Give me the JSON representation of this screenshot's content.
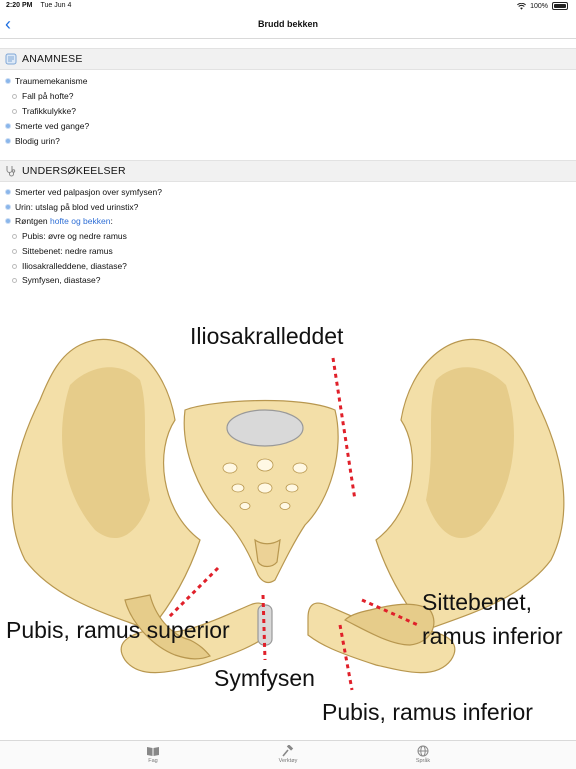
{
  "status": {
    "time": "2:20 PM",
    "date": "Tue Jun 4",
    "battery": "100%"
  },
  "nav": {
    "back": "‹",
    "title": "Brudd bekken"
  },
  "anamnese": {
    "header": "ANAMNESE",
    "items": [
      "Traumemekanisme",
      "Fall på hofte?",
      "Trafikkulykke?",
      "Smerte ved gange?",
      "Blodig urin?"
    ]
  },
  "undersokelser": {
    "header": "UNDERSØKEELSER",
    "items": [
      "Smerter ved palpasjon over symfysen?",
      "Urin: utslag på blod ved urinstix?"
    ],
    "rontgen_prefix": "Røntgen ",
    "rontgen_link": "hofte og bekken",
    "rontgen_suffix": ":",
    "sub_items": [
      "Pubis: øvre og nedre ramus",
      "Sittebenet: nedre ramus",
      "Iliosakralleddene, diastase?",
      "Symfysen, diastase?"
    ]
  },
  "diagram": {
    "labels": {
      "iliosakral": "Iliosakralleddet",
      "sittebenet_1": "Sittebenet,",
      "sittebenet_2": "ramus inferior",
      "pubis_sup": "Pubis, ramus superior",
      "symfysen": "Symfysen",
      "pubis_inf": "Pubis, ramus inferior"
    },
    "colors": {
      "bone": "#f3dfa8",
      "bone_shade": "#dcc07a",
      "outline": "#b8974f",
      "marker": "#e0202a"
    }
  },
  "tabs": [
    {
      "label": "Fag",
      "icon": "book-icon"
    },
    {
      "label": "Verktøy",
      "icon": "hammer-icon"
    },
    {
      "label": "Språk",
      "icon": "globe-icon"
    }
  ]
}
